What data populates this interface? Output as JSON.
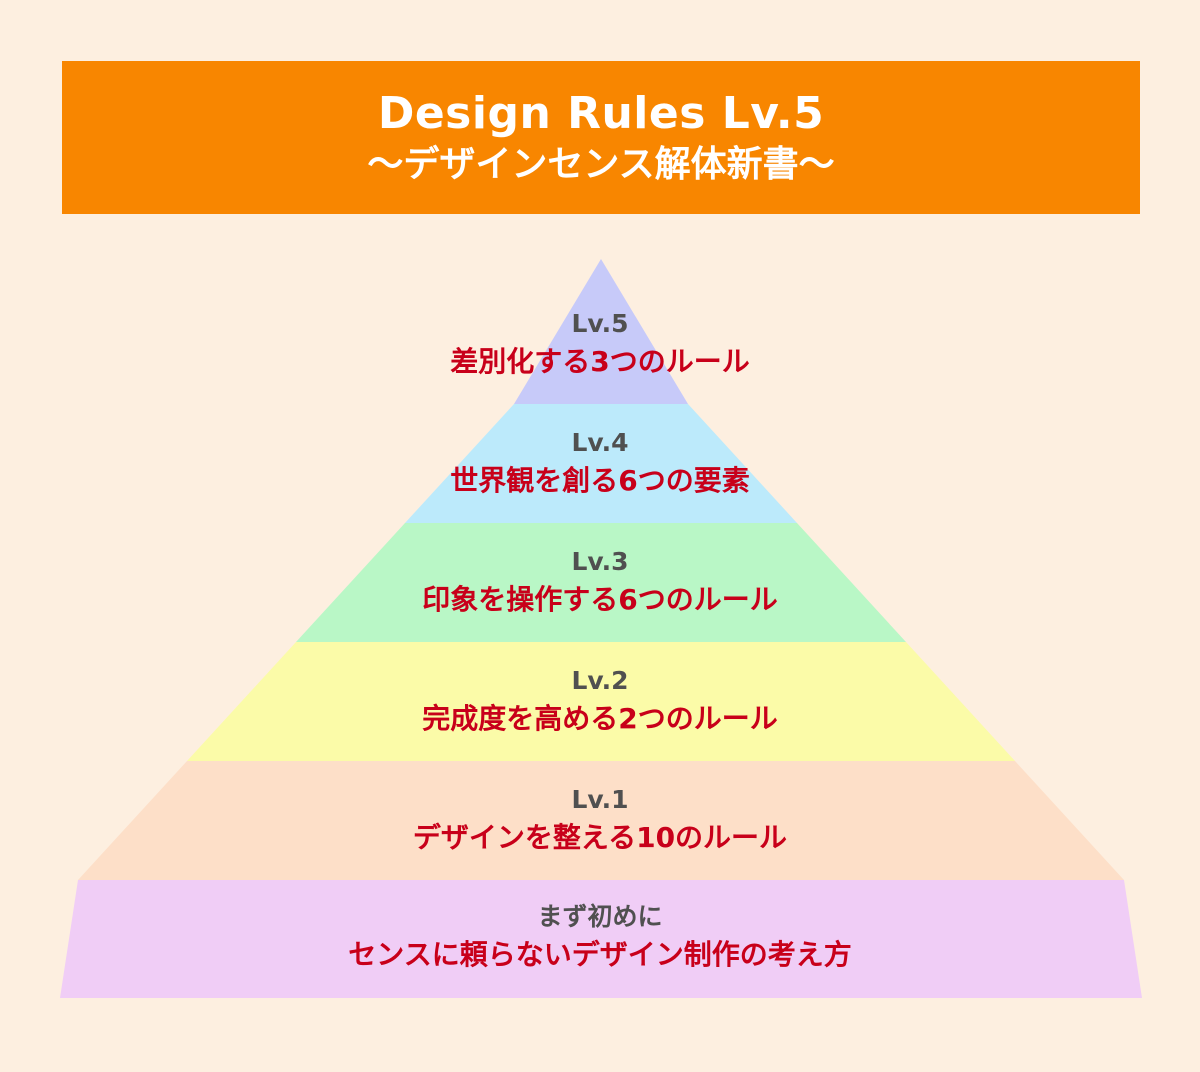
{
  "title": {
    "line1": "Design Rules Lv.5",
    "line2": "〜デザインセンス解体新書〜"
  },
  "pyramid": {
    "levels": [
      {
        "level": "Lv.5",
        "description": "差別化する3つのルール",
        "color": "#c7caf9"
      },
      {
        "level": "Lv.4",
        "description": "世界観を創る6つの要素",
        "color": "#bceafb"
      },
      {
        "level": "Lv.3",
        "description": "印象を操作する6つのルール",
        "color": "#b9f7c6"
      },
      {
        "level": "Lv.2",
        "description": "完成度を高める2つのルール",
        "color": "#fbfba8"
      },
      {
        "level": "Lv.1",
        "description": "デザインを整える10のルール",
        "color": "#fddfc8"
      },
      {
        "level": "まず初めに",
        "description": "センスに頼らないデザイン制作の考え方",
        "color": "#f0cdf6"
      }
    ]
  },
  "colors": {
    "background": "#fdefe0",
    "banner": "#f88600",
    "level_text": "#505050",
    "description_text": "#c8001a"
  }
}
